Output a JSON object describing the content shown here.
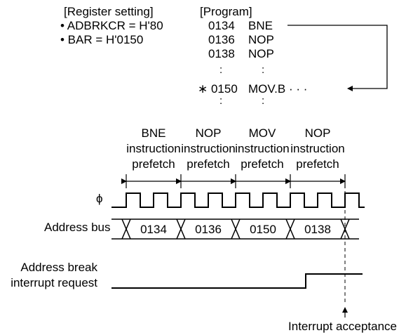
{
  "register_setting": {
    "title": "[Register setting]",
    "lines": [
      "• ADBRKCR = H'80",
      "• BAR = H'0150"
    ]
  },
  "program": {
    "title": "[Program]",
    "rows": [
      {
        "addr": "0134",
        "instr": "BNE"
      },
      {
        "addr": "0136",
        "instr": "NOP"
      },
      {
        "addr": "0138",
        "instr": "NOP"
      },
      {
        "addr": "∗ 0150",
        "instr": "MOV.B ·   ·   ·"
      }
    ],
    "ellipsis_addr": ":",
    "ellipsis_instr": ":"
  },
  "prefetch_labels": [
    [
      "BNE",
      "instruction",
      "prefetch"
    ],
    [
      "NOP",
      "instruction",
      "prefetch"
    ],
    [
      "MOV",
      "instruction",
      "prefetch"
    ],
    [
      "NOP",
      "instruction",
      "prefetch"
    ]
  ],
  "signals": {
    "phi": "ϕ",
    "address_bus": "Address bus",
    "address_values": [
      "0134",
      "0136",
      "0150",
      "0138"
    ],
    "break_request": [
      "Address break",
      "interrupt request"
    ]
  },
  "interrupt_acceptance": "Interrupt acceptance"
}
